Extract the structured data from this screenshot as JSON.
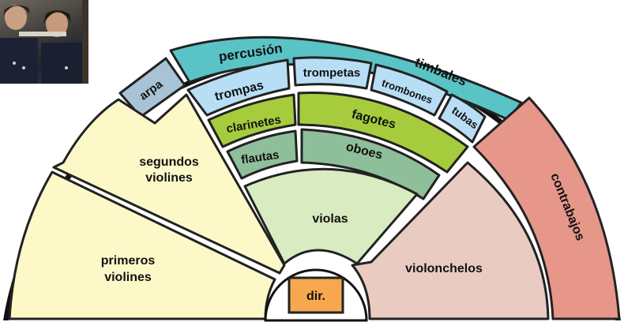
{
  "diagram": {
    "sections": {
      "percusion": "percusión",
      "timbales": "timbales",
      "arpa": "arpa",
      "trompas": "trompas",
      "trompetas": "trompetas",
      "trombones": "trombones",
      "tubas": "tubas",
      "clarinetes": "clarinetes",
      "fagotes": "fagotes",
      "flautas": "flautas",
      "oboes": "oboes",
      "segundos_violines_1": "segundos",
      "segundos_violines_2": "violines",
      "primeros_violines_1": "primeros",
      "primeros_violines_2": "violines",
      "violas": "violas",
      "violonchelos": "violonchelos",
      "contrabajos": "contrabajos",
      "director": "dir."
    },
    "colors": {
      "violins": "#fdf8c8",
      "violas": "#d9ebc0",
      "violonchelos": "#e9cbc2",
      "contrabajos": "#e6978a",
      "percusion": "#5ac3c6",
      "brass": "#b8def5",
      "arpa": "#a9c3d6",
      "woodwind_green": "#a6cc3e",
      "woodwind_teal": "#8fbf9a",
      "director": "#f7a84e"
    }
  }
}
